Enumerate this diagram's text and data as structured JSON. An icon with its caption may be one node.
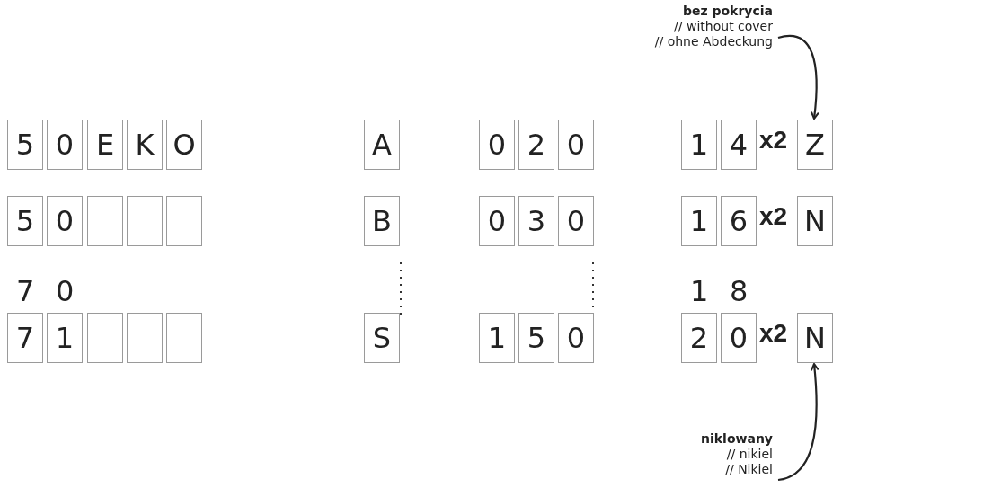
{
  "diagram": {
    "nodes": [
      {
        "text": [
          "bez pokrycia",
          "// without cover",
          "// ohne Abdeckung"
        ]
      },
      {
        "text": [
          "5"
        ]
      },
      {
        "text": [
          "0"
        ]
      },
      {
        "text": [
          "E"
        ]
      },
      {
        "text": [
          "K"
        ]
      },
      {
        "text": [
          "O"
        ]
      },
      {
        "text": [
          "A"
        ]
      },
      {
        "text": [
          "0"
        ]
      },
      {
        "text": [
          "2"
        ]
      },
      {
        "text": [
          "0"
        ]
      },
      {
        "text": [
          "1"
        ]
      },
      {
        "text": [
          "4"
        ]
      },
      {
        "text": [
          "Z"
        ]
      },
      {
        "text": [
          "5"
        ]
      },
      {
        "text": [
          "0"
        ]
      },
      {
        "text": [],
        "shape": "box"
      },
      {
        "text": [],
        "shape": "box"
      },
      {
        "text": [],
        "shape": "box"
      },
      {
        "text": [
          "B"
        ]
      },
      {
        "text": [
          "0"
        ]
      },
      {
        "text": [
          "3"
        ]
      },
      {
        "text": [
          "0"
        ]
      },
      {
        "text": [
          "1"
        ]
      },
      {
        "text": [
          "6"
        ]
      },
      {
        "text": [
          "N"
        ]
      },
      {
        "text": [
          "7"
        ]
      },
      {
        "text": [
          "1"
        ]
      },
      {
        "text": [],
        "shape": "box"
      },
      {
        "text": [],
        "shape": "box"
      },
      {
        "text": [],
        "shape": "box"
      },
      {
        "text": [
          "S"
        ]
      },
      {
        "text": [
          "1"
        ]
      },
      {
        "text": [
          "5"
        ]
      },
      {
        "text": [
          "0"
        ]
      },
      {
        "text": [
          "2"
        ]
      },
      {
        "text": [
          "0"
        ]
      },
      {
        "text": [
          "N"
        ]
      },
      {
        "text": [
          "niklowany",
          "// nikiel",
          "// Nikiel"
        ]
      }
    ],
    "edges": [
      {
        "from": 0,
        "to": 12,
        "arrow": "to"
      },
      {
        "from": 37,
        "to": 36,
        "arrow": "to"
      }
    ],
    "labels": [
      "x2",
      "x2",
      "7",
      "0",
      "1",
      "8",
      "x2"
    ]
  }
}
